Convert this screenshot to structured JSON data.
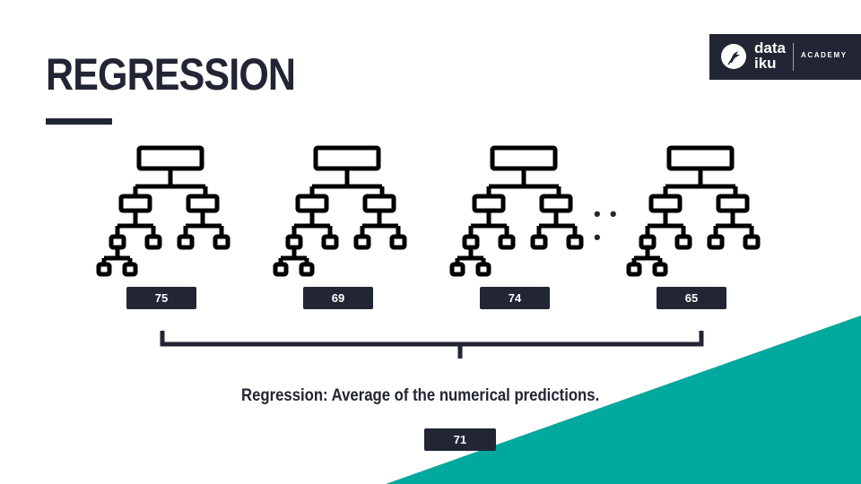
{
  "slide": {
    "title": "REGRESSION",
    "caption": "Regression: Average of the numerical predictions.",
    "ellipsis": "• • •",
    "result": "71"
  },
  "brand": {
    "word_line1": "data",
    "word_line2": "iku",
    "tag": "ACADEMY"
  },
  "trees": [
    {
      "prediction": "75"
    },
    {
      "prediction": "69"
    },
    {
      "prediction": "74"
    },
    {
      "prediction": "65"
    }
  ],
  "colors": {
    "navy": "#222533",
    "teal": "#00a99d",
    "background": "#ffffff"
  },
  "icons": [
    "decision-tree-icon",
    "dataiku-bird-icon"
  ]
}
